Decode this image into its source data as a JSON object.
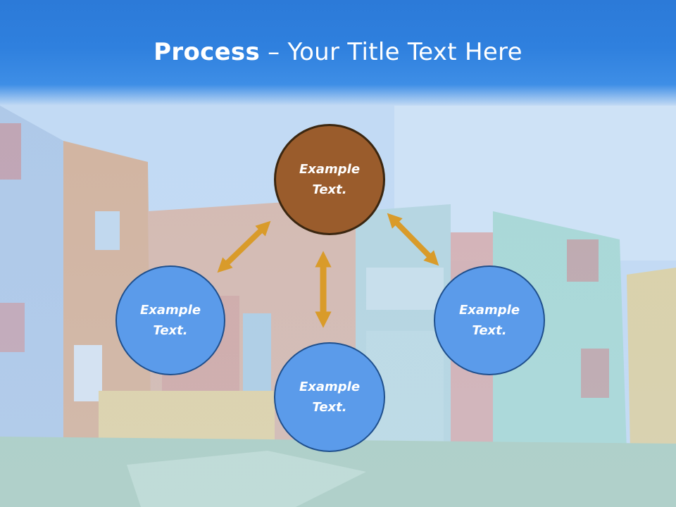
{
  "slide": {
    "title_bold": "Process",
    "title_rest": "– Your Title Text Here"
  },
  "process": {
    "top": "Example Text.",
    "left": "Example Text.",
    "right": "Example Text.",
    "bottom": "Example Text."
  },
  "colors": {
    "header": "#2f80de",
    "circle_blue": "#5b9bea",
    "circle_brown": "#9a5c2c",
    "arrow": "#d99b2a"
  },
  "icons": {
    "arrows": "double-headed-arrow"
  }
}
